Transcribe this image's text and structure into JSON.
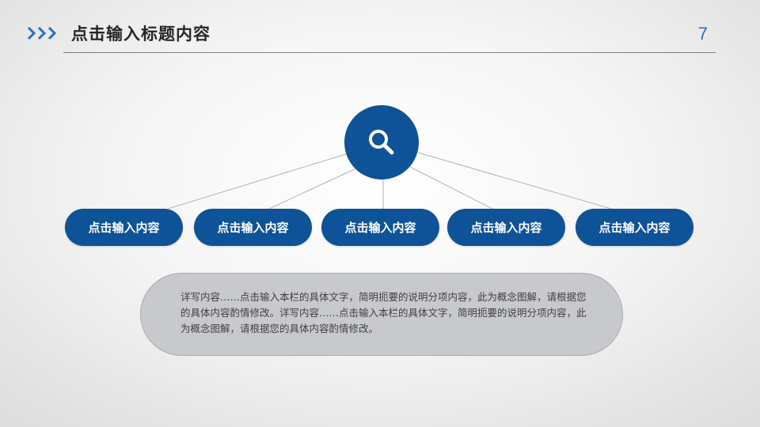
{
  "header": {
    "title": "点击输入标题内容",
    "page_number": "7",
    "chevron_icon": "triple-chevron-right-icon",
    "accent_color": "#2f6fb5"
  },
  "hub": {
    "icon": "search-icon",
    "color": "#0e5297"
  },
  "items": [
    {
      "label": "点击输入内容"
    },
    {
      "label": "点击输入内容"
    },
    {
      "label": "点击输入内容"
    },
    {
      "label": "点击输入内容"
    },
    {
      "label": "点击输入内容"
    }
  ],
  "description": {
    "text": "详写内容……点击输入本栏的具体文字，简明扼要的说明分项内容，此为概念图解，请根据您的具体内容酌情修改。详写内容……点击输入本栏的具体文字，简明扼要的说明分项内容，此为概念图解，请根据您的具体内容酌情修改。",
    "background_color": "#c7c9cd"
  }
}
